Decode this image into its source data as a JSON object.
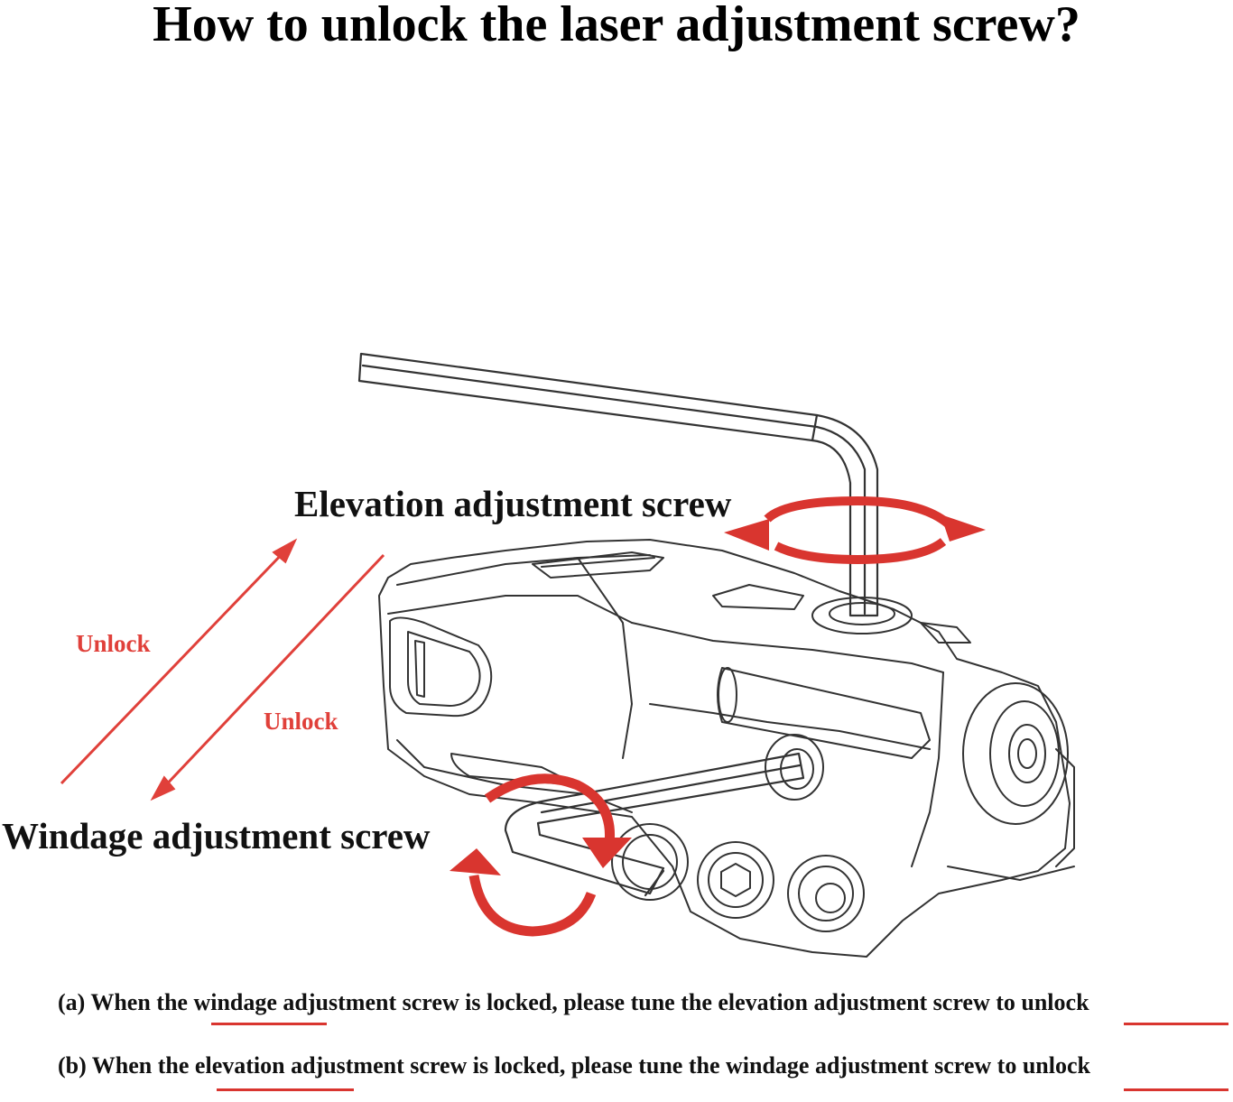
{
  "title": "How to unlock the laser adjustment screw?",
  "labels": {
    "elevation": "Elevation adjustment screw",
    "windage": "Windage adjustment screw",
    "unlock_1": "Unlock",
    "unlock_2": "Unlock"
  },
  "notes": {
    "a": "(a) When the windage adjustment screw is locked, please tune the elevation adjustment screw to unlock",
    "b": "(b) When the elevation adjustment screw is locked, please tune the windage adjustment screw to unlock"
  },
  "colors": {
    "accent": "#d9352f",
    "line": "#333333"
  }
}
